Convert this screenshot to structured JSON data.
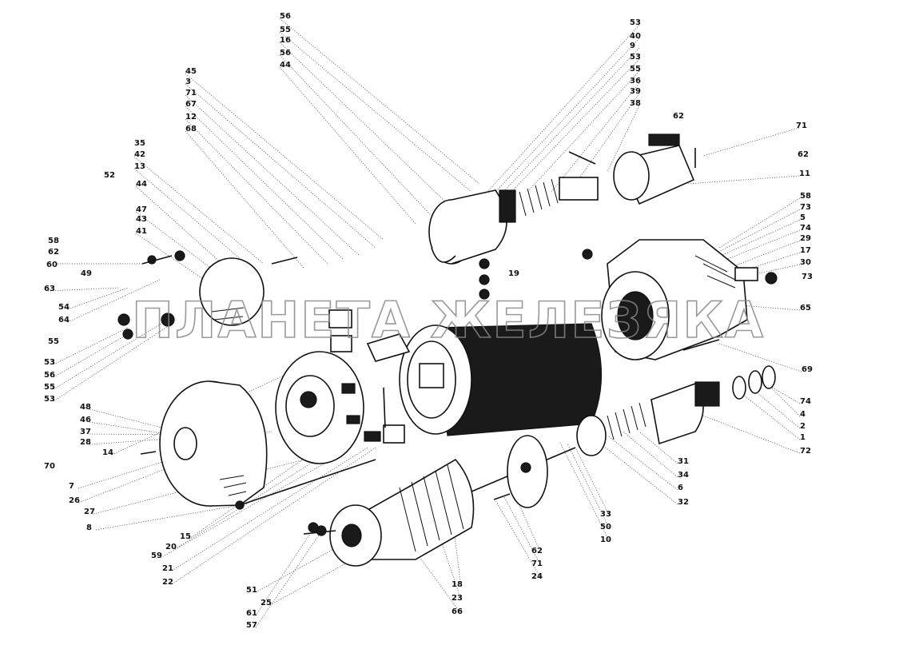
{
  "watermark": "ПЛАНЕТА ЖЕЛЕЗЯКА",
  "part_labels": [
    "56",
    "55",
    "16",
    "56",
    "44",
    "45",
    "3",
    "71",
    "67",
    "12",
    "68",
    "35",
    "42",
    "13",
    "52",
    "44",
    "47",
    "43",
    "41",
    "58",
    "62",
    "60",
    "49",
    "63",
    "54",
    "64",
    "55",
    "53",
    "56",
    "55",
    "53",
    "48",
    "46",
    "37",
    "28",
    "14",
    "70",
    "7",
    "26",
    "27",
    "8",
    "15",
    "20",
    "59",
    "21",
    "22",
    "51",
    "25",
    "61",
    "57",
    "18",
    "23",
    "66",
    "62",
    "71",
    "24",
    "33",
    "50",
    "10",
    "19",
    "53",
    "40",
    "9",
    "53",
    "55",
    "36",
    "39",
    "38",
    "62",
    "71",
    "62",
    "11",
    "58",
    "73",
    "5",
    "74",
    "29",
    "17",
    "30",
    "73",
    "65",
    "69",
    "74",
    "4",
    "2",
    "1",
    "72",
    "31",
    "34",
    "6",
    "32"
  ]
}
